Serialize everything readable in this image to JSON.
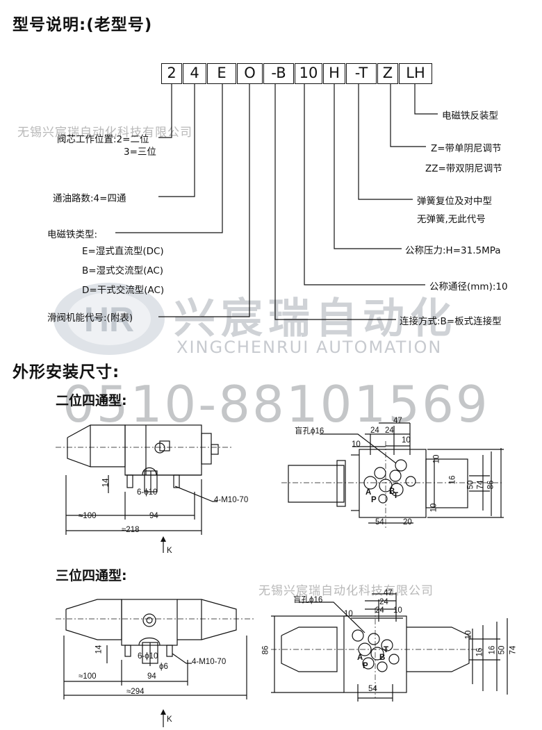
{
  "title": "型号说明:(老型号)",
  "code_boxes": [
    "2",
    "4",
    "E",
    "O",
    "-B",
    "10",
    "H",
    "-T",
    "Z",
    "LH"
  ],
  "labels": {
    "spool_position_line1": "阀芯工作位置:2=二位",
    "spool_position_line2": "3=三位",
    "oil_ways": "通油路数:4=四通",
    "solenoid_type_title": "电磁铁类型:",
    "solenoid_e": "E=湿式直流型(DC)",
    "solenoid_b": "B=湿式交流型(AC)",
    "solenoid_d": "D=干式交流型(AC)",
    "spool_function": "滑阀机能代号:(附表)",
    "solenoid_reverse": "电磁铁反装型",
    "damping_z": "Z=带单阴尼调节",
    "damping_zz": "ZZ=带双阴尼调节",
    "spring_return": "弹簧复位及对中型",
    "no_spring": "无弹簧,无此代号",
    "nominal_pressure": "公称压力:H=31.5MPa",
    "nominal_diameter": "公称通径(mm):10",
    "connection": "连接方式:B=板式连接型"
  },
  "section_dimensions": "外形安装尺寸:",
  "type_2pos": "二位四通型:",
  "type_3pos": "三位四通型:",
  "watermarks": {
    "company_top": "无锡兴宸瑞自动化科技有限公司",
    "brand_cn": "兴宸瑞自动化",
    "brand_en": "XINGCHENRUI AUTOMATION",
    "phone": "0510-88101569",
    "company_bottom": "无锡兴宸瑞自动化科技有限公司"
  },
  "drawing_2pos": {
    "dims": {
      "d_100": "≈100",
      "d_94": "94",
      "d_218": "≈218",
      "d_14": "14",
      "d_6phi10": "6-ϕ10",
      "bolts": "4-M10-70",
      "view_k": "K"
    },
    "port": {
      "blind_hole": "盲孔ϕ16",
      "d_47": "47",
      "d_24a": "24",
      "d_24b": "24",
      "d_10a": "10",
      "d_10b": "10",
      "d_10r": "10",
      "d_16": "16",
      "d_50": "50",
      "d_74": "74",
      "d_86": "86",
      "d_10bot": "10",
      "d_54": "54",
      "d_20": "20",
      "pA": "A",
      "pP": "P",
      "pB": "B",
      "pT": "T"
    }
  },
  "drawing_3pos": {
    "dims": {
      "d_100": "≈100",
      "d_94": "94",
      "d_294": "≈294",
      "d_14": "14",
      "d_6phi10": "6-ϕ10",
      "d_phi6": "ϕ6",
      "bolts": "4-M10-70",
      "view_k": "K"
    },
    "port": {
      "blind_hole": "盲孔ϕ16",
      "d_47": "47",
      "d_24a": "24",
      "d_24b": "24",
      "d_10a": "10",
      "d_10b": "10",
      "d_10r": "10",
      "d_16a": "16",
      "d_16b": "16",
      "d_50": "50",
      "d_74": "74",
      "d_86": "86",
      "d_54": "54",
      "pA": "A",
      "pP": "P",
      "pB": "B",
      "pT": "T"
    }
  }
}
